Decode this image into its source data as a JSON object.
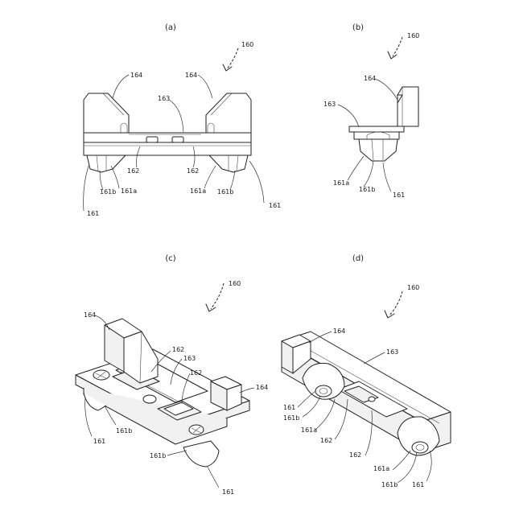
{
  "panels": [
    {
      "id": "a",
      "label": "(a)"
    },
    {
      "id": "b",
      "label": "(b)"
    },
    {
      "id": "c",
      "label": "(c)"
    },
    {
      "id": "d",
      "label": "(d)"
    }
  ],
  "labels": {
    "a": {
      "assembly": "160",
      "block_left": "164",
      "block_right": "164",
      "rail": "163",
      "ridge_left": "162",
      "ridge_right": "162",
      "foot_left_a": "161a",
      "foot_right_a": "161a",
      "foot_left_b": "161b",
      "foot_right_b": "161b",
      "foot_left": "161",
      "foot_right": "161"
    },
    "b": {
      "assembly": "160",
      "block": "164",
      "rail": "163",
      "foot_a": "161a",
      "foot_b": "161b",
      "foot": "161"
    },
    "c": {
      "assembly": "160",
      "block_left": "164",
      "block_right": "164",
      "ridge_top": "162",
      "rail": "163",
      "ridge_mid": "162",
      "foot_left": "161",
      "foot_left_b": "161b",
      "foot_right_b": "161b",
      "foot_bottom": "161"
    },
    "d": {
      "assembly": "160",
      "block": "164",
      "rail": "163",
      "foot_left": "161",
      "foot_left_b": "161b",
      "foot_left_a": "161a",
      "ridge_a": "162",
      "ridge_b": "162",
      "foot_right_a": "161a",
      "foot_right_b": "161b",
      "foot_right": "161"
    }
  }
}
